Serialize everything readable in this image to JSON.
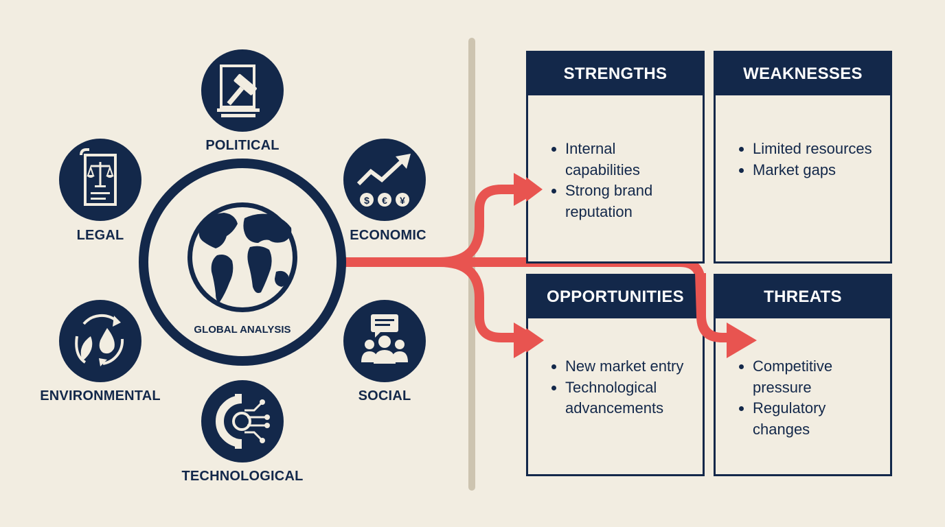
{
  "center": {
    "label": "GLOBAL ANALYSIS"
  },
  "factors": {
    "political": "POLITICAL",
    "economic": "ECONOMIC",
    "social": "SOCIAL",
    "technological": "TECHNOLOGICAL",
    "environmental": "ENVIRONMENTAL",
    "legal": "LEGAL"
  },
  "currency_symbols": [
    "$",
    "€",
    "¥"
  ],
  "swot": {
    "strengths": {
      "title": "STRENGTHS",
      "items": [
        "Internal capabilities",
        "Strong brand reputation"
      ]
    },
    "weaknesses": {
      "title": "WEAKNESSES",
      "items": [
        "Limited resources",
        "Market gaps"
      ]
    },
    "opportunities": {
      "title": "OPPORTUNITIES",
      "items": [
        "New market entry",
        "Technological advancements"
      ]
    },
    "threats": {
      "title": "THREATS",
      "items": [
        "Competitive pressure",
        "Regulatory changes"
      ]
    }
  },
  "colors": {
    "navy": "#13284a",
    "background": "#f2ede1",
    "arrow": "#e85450",
    "divider": "#cdc4b0"
  }
}
